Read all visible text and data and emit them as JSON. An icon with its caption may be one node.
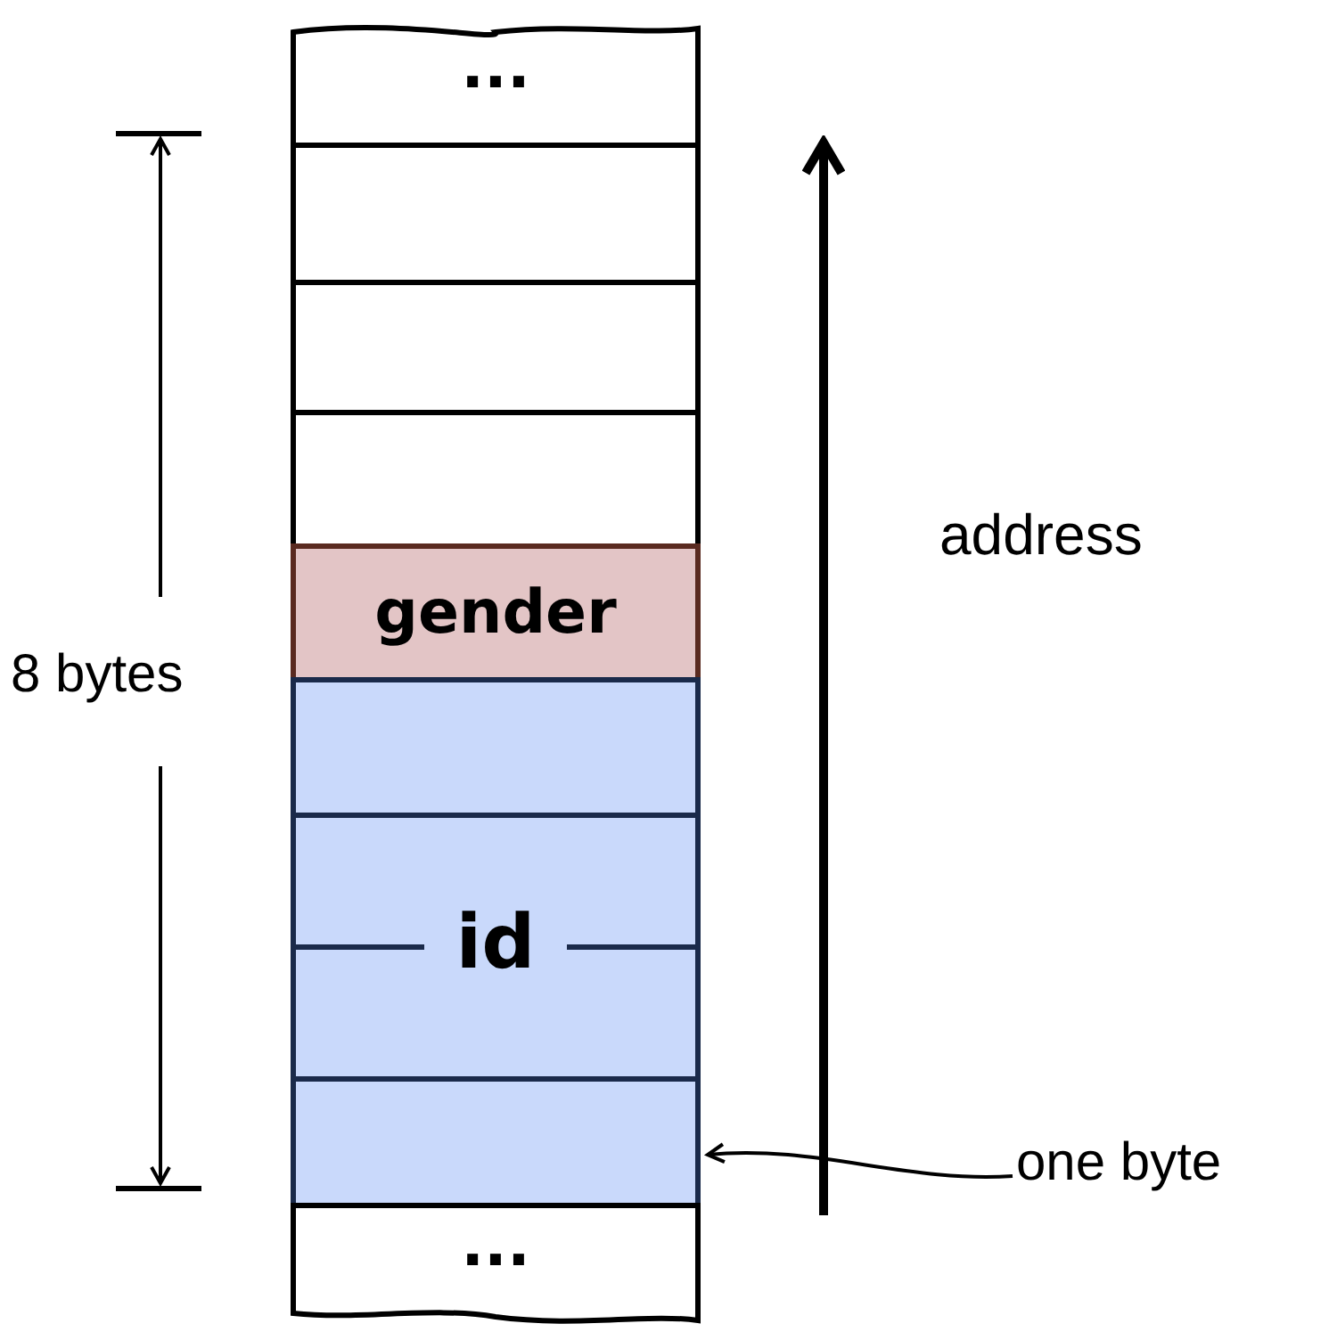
{
  "diagram": {
    "nodes": [
      {
        "text": [
          "..."
        ]
      },
      {
        "text": [],
        "shape": "box"
      },
      {
        "text": [],
        "shape": "box"
      },
      {
        "text": [],
        "shape": "box"
      },
      {
        "text": [
          "gender"
        ]
      },
      {
        "text": [
          "id"
        ]
      },
      {
        "text": [
          "..."
        ]
      },
      {
        "text": [
          "one byte"
        ]
      }
    ],
    "edges": [
      {
        "from": 7,
        "to": 5,
        "arrow": "to"
      }
    ],
    "labels": [
      "8 bytes",
      "address"
    ]
  }
}
